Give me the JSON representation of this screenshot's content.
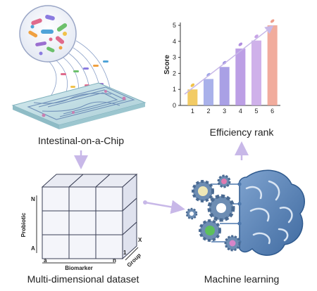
{
  "panels": {
    "chip": {
      "caption": "Intestinal-on-a-Chip"
    },
    "rank": {
      "caption": "Efficiency rank"
    },
    "dataset": {
      "caption": "Multi-dimensional dataset",
      "axis_probiotic": "Probiotic",
      "axis_biomarker": "Biomarker",
      "axis_group": "Group",
      "corner_N": "N",
      "corner_A": "A",
      "corner_a": "a",
      "corner_n": "n",
      "corner_1": "1",
      "corner_X": "X"
    },
    "ml": {
      "caption": "Machine learning"
    }
  },
  "chart_data": {
    "type": "bar",
    "categories": [
      "1",
      "2",
      "3",
      "4",
      "5",
      "6"
    ],
    "values": [
      1.0,
      1.65,
      2.4,
      3.55,
      4.05,
      5.0
    ],
    "ylabel": "Score",
    "xlabel": "",
    "ylim": [
      0,
      5
    ],
    "yticks": [
      "0",
      "1",
      "2",
      "3",
      "4",
      "5"
    ],
    "colors": [
      "#f0c24a",
      "#9aa3e6",
      "#9a8fe0",
      "#b08ee0",
      "#c7a3e6",
      "#ef9e8c"
    ]
  },
  "colors": {
    "arrow": "#c8b8e8",
    "gear": "#5d7fa8",
    "brain": "#4f79ad"
  }
}
